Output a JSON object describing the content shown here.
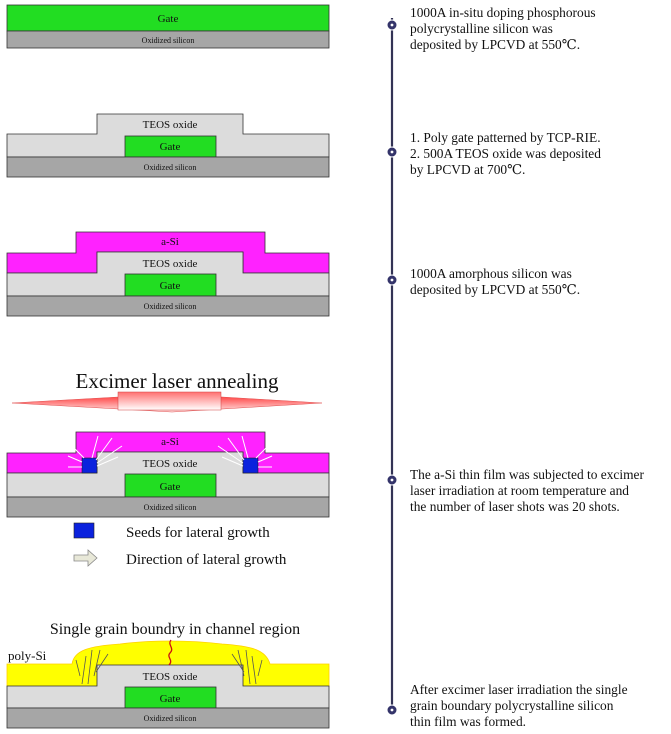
{
  "labels": {
    "gate": "Gate",
    "oxidized_silicon": "Oxidized silicon",
    "teos_oxide": "TEOS oxide",
    "a_si": "a-Si",
    "poly_si": "poly-Si"
  },
  "excimer_title": "Excimer laser annealing",
  "legend": {
    "seeds": "Seeds for lateral growth",
    "direction": "Direction of lateral growth"
  },
  "grain_title": "Single grain boundry in channel region",
  "steps": [
    {
      "lines": [
        "1000A in-situ doping phosphorous",
        "polycrystalline silicon was",
        "deposited by LPCVD at 550℃."
      ]
    },
    {
      "lines": [
        "1. Poly gate patterned by TCP-RIE.",
        "2. 500A TEOS oxide was deposited",
        "by LPCVD at 700℃."
      ]
    },
    {
      "lines": [
        "1000A amorphous silicon was",
        "deposited by LPCVD at 550℃."
      ]
    },
    {
      "lines": [
        "The a-Si thin film was subjected to excimer",
        "laser irradiation at room temperature and",
        "the number of laser shots was 20 shots."
      ]
    },
    {
      "lines": [
        "After excimer laser irradiation the single",
        "grain boundary polycrystalline silicon",
        "thin film was formed."
      ]
    }
  ],
  "colors": {
    "gate": "#22dd22",
    "substrate": "#a6a6a6",
    "teos": "#dcdcdc",
    "a_si": "#ff22ff",
    "poly_si": "#ffff00",
    "seed": "#0b22dd",
    "timeline": "#333355"
  }
}
